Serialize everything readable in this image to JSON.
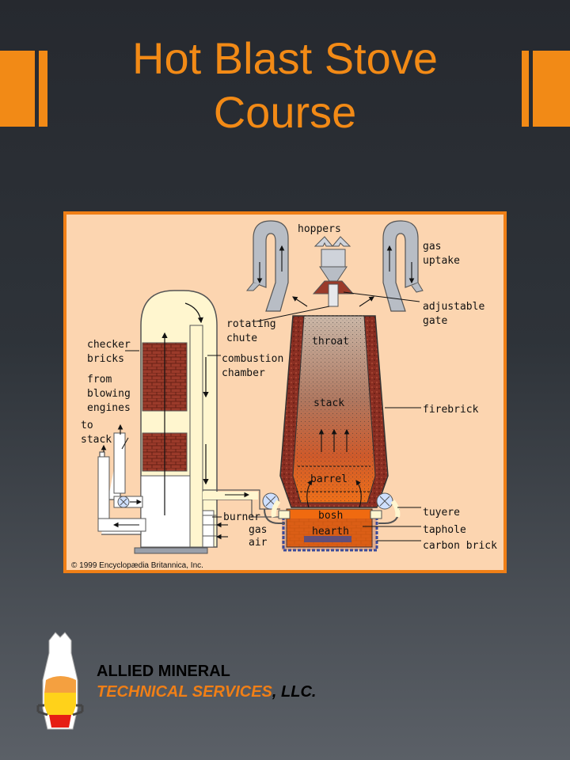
{
  "slide": {
    "title_line1": "Hot Blast Stove",
    "title_line2": "Course",
    "accent_color": "#f28a16",
    "background": "#2b2f35"
  },
  "figure": {
    "labels": {
      "hoppers": "hoppers",
      "gas": "gas",
      "uptake": "uptake",
      "adjustable": "adjustable",
      "gate": "gate",
      "rotating": "rotating",
      "chute": "chute",
      "throat": "throat",
      "checker": "checker",
      "bricks": "bricks",
      "combustion": "combustion",
      "chamber": "chamber",
      "from": "from",
      "blowing": "blowing",
      "engines": "engines",
      "stack": "stack",
      "firebrick": "firebrick",
      "to": "to",
      "to_stack": "stack",
      "barrel": "barrel",
      "tuyere": "tuyere",
      "burner": "burner",
      "bosh": "bosh",
      "gas2": "gas",
      "taphole": "taphole",
      "air": "air",
      "hearth": "hearth",
      "carbon_brick": "carbon brick"
    },
    "copyright": "© 1999 Encyclopædia Britannica, Inc."
  },
  "company": {
    "line1": "ALLIED MINERAL",
    "line2_orange": "TECHNICAL SERVICES",
    "line2_black": ", LLC."
  }
}
